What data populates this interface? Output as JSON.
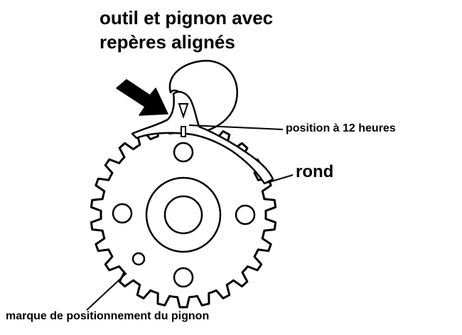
{
  "title": {
    "line1": "outil et pignon avec",
    "line2": "repères alignés"
  },
  "labels": {
    "twelve_oclock": "position à 12 heures",
    "round": "rond",
    "positioning_mark": "marque de positionnement du pignon"
  },
  "colors": {
    "ink": "#000000",
    "paper": "#ffffff"
  },
  "gear": {
    "teeth": 26,
    "holes": 5
  },
  "icons": {
    "arrow": "pointing-arrow-icon",
    "mark": "triangle-mark-icon"
  }
}
